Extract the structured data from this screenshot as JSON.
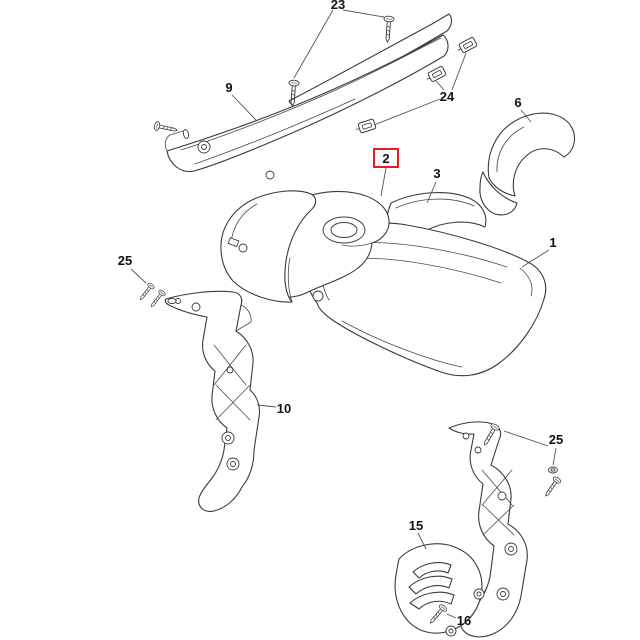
{
  "page": {
    "background": "#ffffff",
    "description": "Exploded parts diagram of motorcycle body panels"
  },
  "diagram": {
    "type": "exploded-parts-diagram",
    "line_color": "#3b3b3b",
    "leader_color": "#555555",
    "highlight_color": "#e8000d",
    "labels": [
      {
        "text": "23",
        "highlighted": false
      },
      {
        "text": "9",
        "highlighted": false
      },
      {
        "text": "24",
        "highlighted": false
      },
      {
        "text": "6",
        "highlighted": false
      },
      {
        "text": "2",
        "highlighted": true
      },
      {
        "text": "3",
        "highlighted": false
      },
      {
        "text": "1",
        "highlighted": false
      },
      {
        "text": "25",
        "highlighted": false
      },
      {
        "text": "10",
        "highlighted": false
      },
      {
        "text": "25",
        "highlighted": false
      },
      {
        "text": "15",
        "highlighted": false
      },
      {
        "text": "16",
        "highlighted": false
      }
    ]
  }
}
